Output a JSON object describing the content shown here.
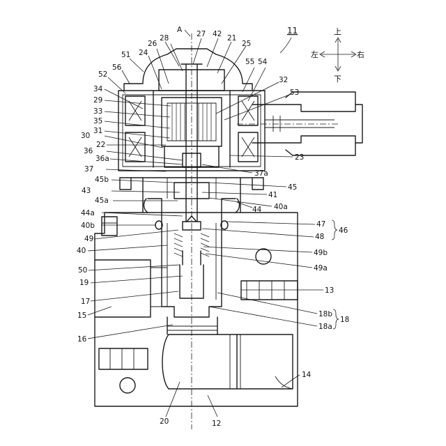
{
  "direction": {
    "up": "上",
    "down": "下",
    "left": "左",
    "right": "右"
  },
  "assembly_ref": "11",
  "axis_label": "A",
  "refs": {
    "r12": "12",
    "r13": "13",
    "r14": "14",
    "r15": "15",
    "r16": "16",
    "r17": "17",
    "r18": "18",
    "r18a": "18a",
    "r18b": "18b",
    "r19": "19",
    "r20": "20",
    "r21": "21",
    "r22": "22",
    "r23": "23",
    "r24": "24",
    "r25": "25",
    "r26": "26",
    "r27": "27",
    "r28": "28",
    "r29": "29",
    "r30": "30",
    "r31": "31",
    "r32": "32",
    "r33": "33",
    "r34": "34",
    "r35": "35",
    "r36": "36",
    "r36a": "36a",
    "r37": "37",
    "r37a": "37a",
    "r40": "40",
    "r40a": "40a",
    "r40b": "40b",
    "r41": "41",
    "r42": "42",
    "r43": "43",
    "r44": "44",
    "r44a": "44a",
    "r45": "45",
    "r45a": "45a",
    "r45b": "45b",
    "r46": "46",
    "r47": "47",
    "r48": "48",
    "r49": "49",
    "r49a": "49a",
    "r49b": "49b",
    "r50": "50",
    "r51": "51",
    "r52": "52",
    "r53": "53",
    "r54": "54",
    "r55": "55",
    "r56": "56"
  }
}
